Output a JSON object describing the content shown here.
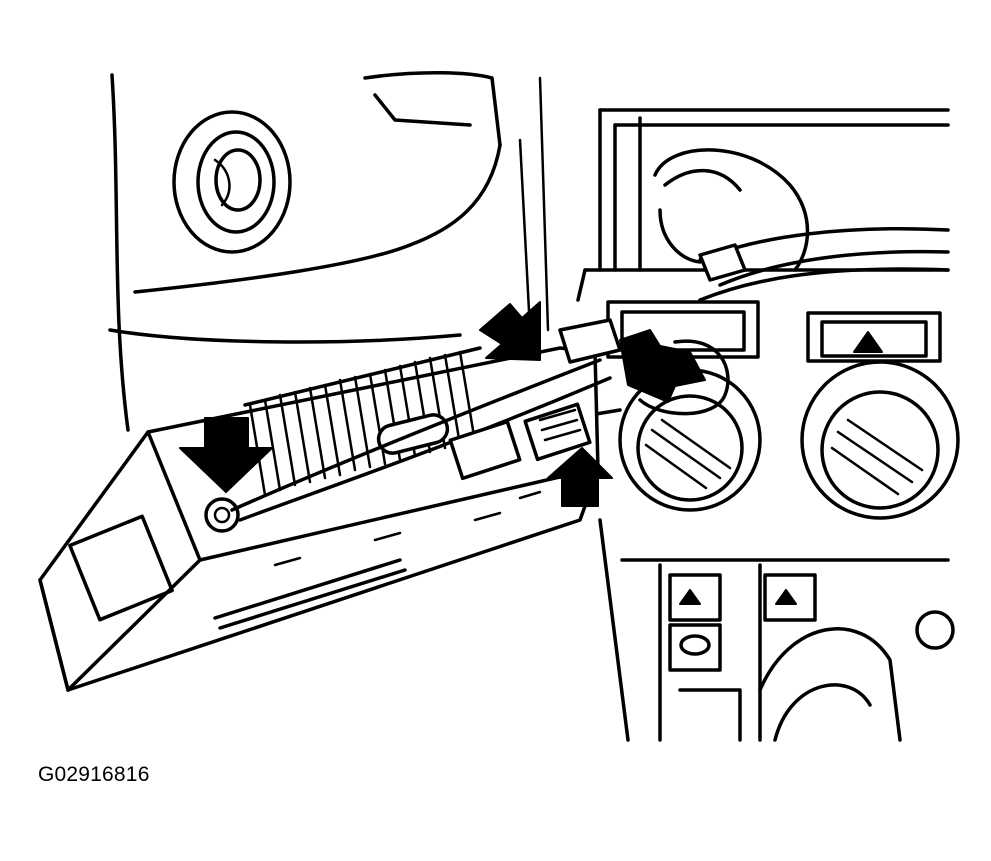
{
  "figure": {
    "id_label": "G02916816",
    "colors": {
      "line": "#000000",
      "background": "#ffffff"
    },
    "callout_arrows": [
      "arrow-down-left",
      "arrow-upper",
      "arrow-right-connector",
      "arrow-up-bottom"
    ]
  }
}
